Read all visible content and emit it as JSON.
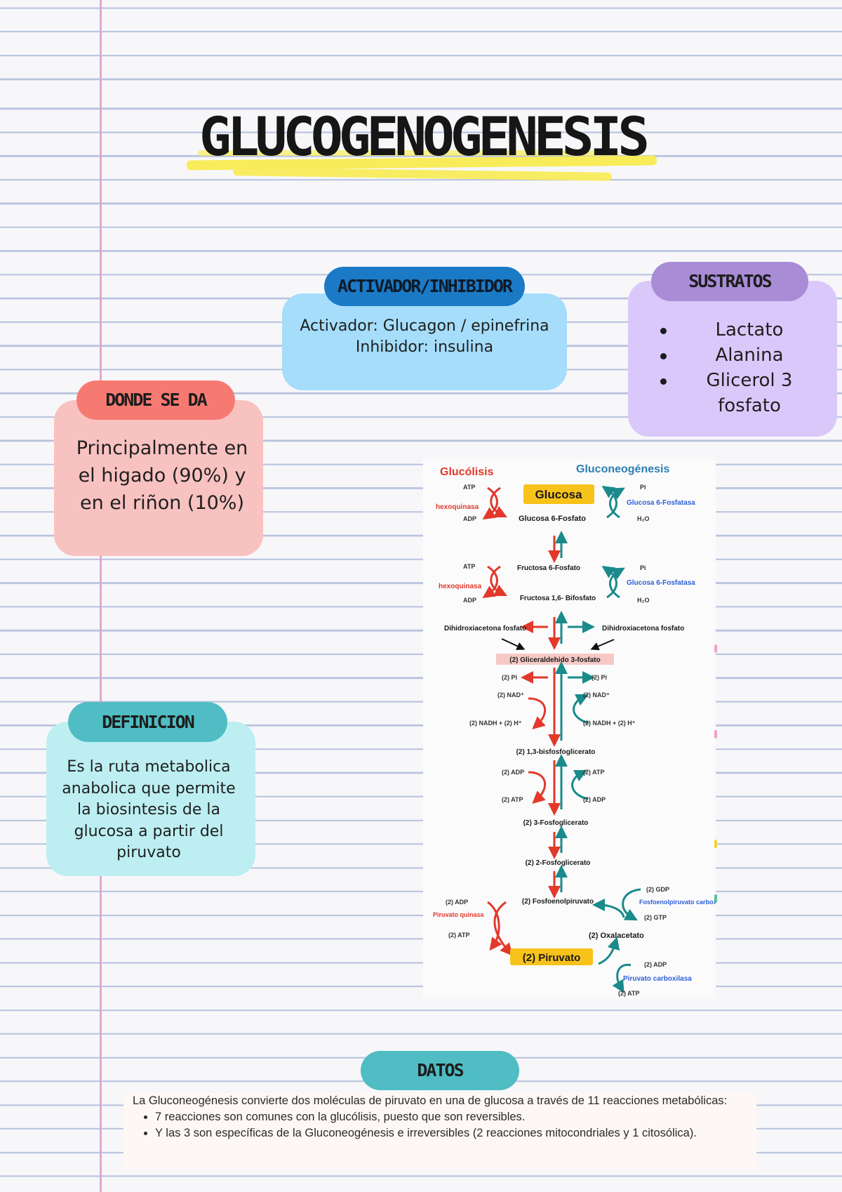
{
  "title": "GLUCOGENOGENESIS",
  "activador": {
    "label": "ACTIVADOR/INHIBIDOR",
    "line1": "Activador: Glucagon / epinefrina",
    "line2": "Inhibidor: insulina"
  },
  "sustratos": {
    "label": "SUSTRATOS",
    "items": [
      "Lactato",
      "Alanina",
      "Glicerol 3 fosfato"
    ]
  },
  "donde": {
    "label": "DONDE SE DA",
    "lines": [
      "Principalmente en",
      "el higado (90%) y",
      "en el riñon (10%)"
    ]
  },
  "definicion": {
    "label": "DEFINICION",
    "lines": [
      "Es la ruta metabolica",
      "anabolica que permite",
      "la biosintesis de la",
      "glucosa a partir del",
      "piruvato"
    ]
  },
  "diagram": {
    "header_left": "Glucólisis",
    "header_right": "Gluconeogénesis",
    "glucosa": "Glucosa",
    "glucosa6f": "Glucosa 6-Fosfato",
    "fructosa6f": "Fructosa 6-Fosfato",
    "fructosa16": "Fructosa 1,6- Bifosfato",
    "hexoquinasa": "hexoquinasa",
    "glucosa6fosfatasa": "Glucosa 6-Fosfatasa",
    "atp": "ATP",
    "adp": "ADP",
    "pi": "Pi",
    "h2o": "H₂O",
    "dhap": "Dihidroxiacetona fosfato",
    "g3p": "(2) Gliceraldehido 3-fosfato",
    "pi2": "(2) Pi",
    "nad": "(2) NAD⁺",
    "nadh": "(2) NADH + (2) H⁺",
    "bpg": "(2) 1,3-bisfosfoglicerato",
    "adp2": "(2) ADP",
    "atp2": "(2) ATP",
    "pg3": "(2) 3-Fosfoglicerato",
    "pg2": "(2) 2-Fosfoglicerato",
    "pep": "(2) Fosfoenolpiruvato",
    "gdp": "(2) GDP",
    "gtp": "(2) GTP",
    "pepck": "Fosfoenolpiruvato carboxiquinasa",
    "oaa": "(2) Oxalacetato",
    "piruvato": "(2) Piruvato",
    "piruvato_quinasa": "Piruvato quinasa",
    "piruvato_carboxilasa": "Piruvato carboxilasa"
  },
  "datos": {
    "label": "DATOS",
    "intro": "La Gluconeogénesis convierte dos moléculas de piruvato en una de glucosa a través de 11 reacciones metabólicas:",
    "bullets": [
      "7 reacciones son comunes con la glucólisis, puesto que son reversibles.",
      "Y las 3 son específicas de la Gluconeogénesis e irreversibles (2 reacciones mitocondriales y 1 citosólica)."
    ]
  },
  "colors": {
    "margin_line": "#e3a6d3",
    "ruled_line": "#b9c3de",
    "highlight": "#f8ec5a",
    "glycolysis": "#e2392b",
    "gluconeogenesis": "#1a8a8a",
    "enzyme_blue": "#2f5fd6"
  }
}
